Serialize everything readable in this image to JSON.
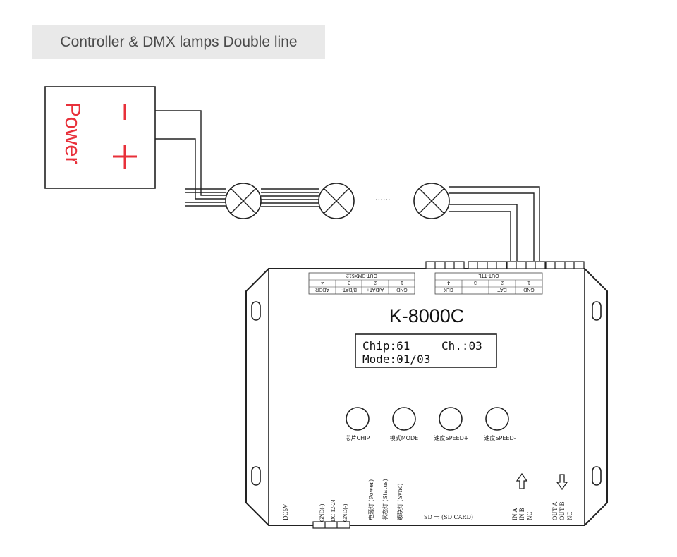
{
  "title": "Controller & DMX lamps Double line",
  "power": {
    "label": "Power",
    "minus": "—",
    "plus": "+"
  },
  "ellipsis": "......",
  "device": {
    "model": "K-8000C",
    "lcd_line1_chip": "Chip:61",
    "lcd_line1_ch": "Ch.:03",
    "lcd_line2": "Mode:01/03"
  },
  "dmx_port": {
    "pins": [
      "GND",
      "A/DAT+",
      "B/DAT-",
      "ADDR"
    ],
    "numbers": [
      "1",
      "2",
      "3",
      "4"
    ],
    "label": "OUT-DMX512"
  },
  "ttl_port": {
    "pins": [
      "GND",
      "DAT",
      "",
      "CLK"
    ],
    "numbers": [
      "1",
      "2",
      "3",
      "4"
    ],
    "label": "OUT-TTL"
  },
  "buttons": [
    {
      "label": "芯片CHIP"
    },
    {
      "label": "模式MODE"
    },
    {
      "label": "速度SPEED+"
    },
    {
      "label": "速度SPEED-"
    }
  ],
  "bottom_labels": {
    "dc5v": "DC5V",
    "gnd1": "GND(-)",
    "dc12": "DC 12-24",
    "gnd2": "GND(-)",
    "power_led": "电源灯 (Power)",
    "status_led": "状态灯 (Status)",
    "sync_led": "级联灯 (Sync)",
    "sd": "SD 卡 (SD CARD)",
    "in_a": "IN A",
    "in_b": "IN B",
    "in_nc": "NC",
    "out_a": "OUT A",
    "out_b": "OUT B",
    "out_nc": "NC"
  },
  "colors": {
    "accent_red": "#e8303a",
    "line": "#222222",
    "title_bg": "#e9e9e9"
  }
}
